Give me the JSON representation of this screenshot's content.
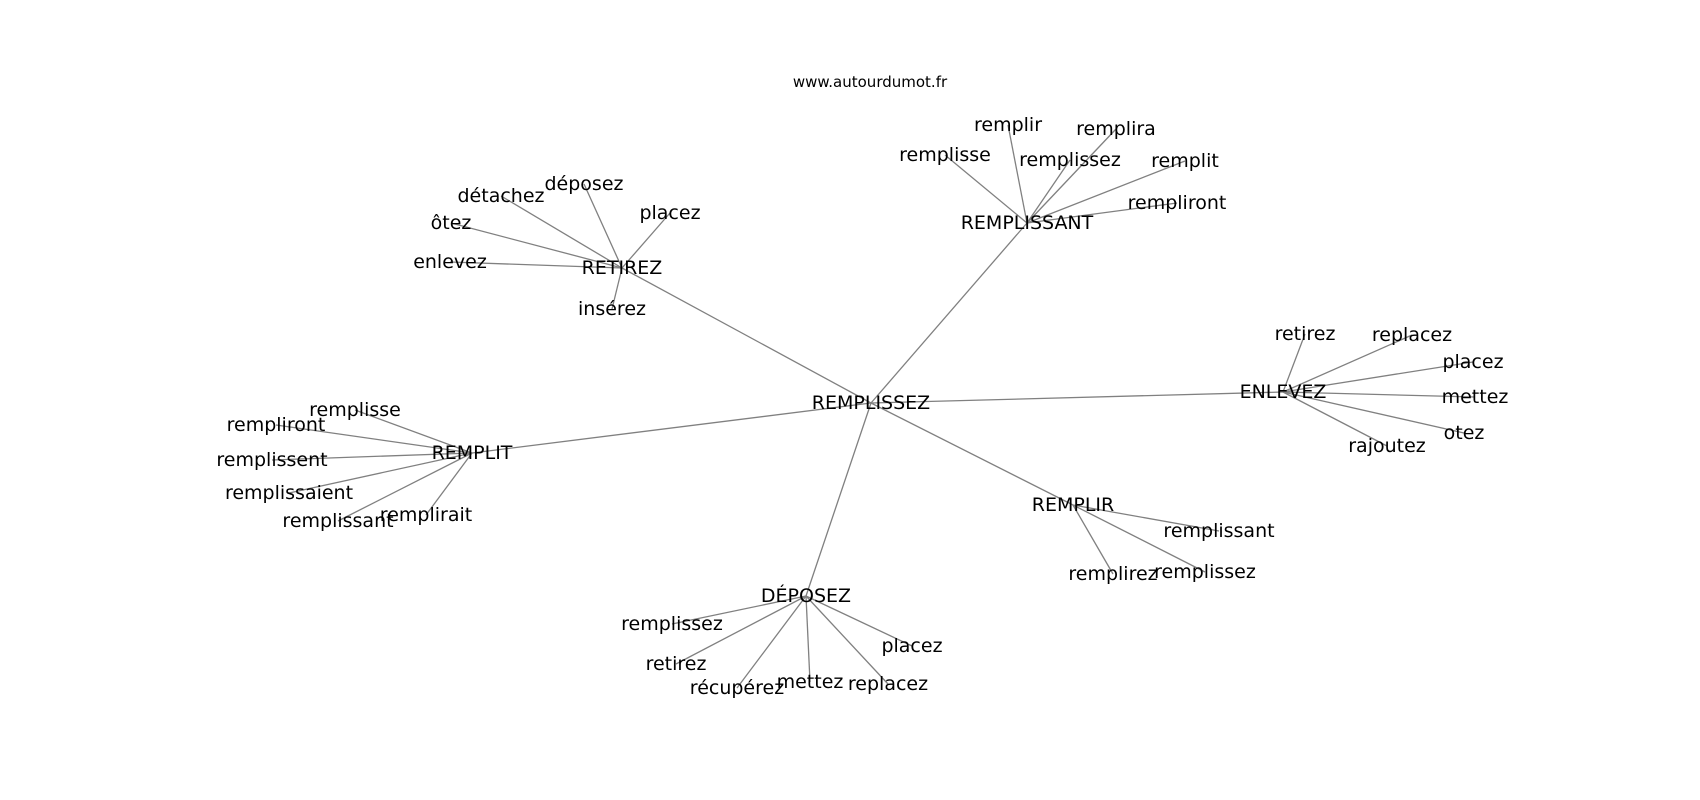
{
  "site": "www.autourdumot.fr",
  "colors": {
    "edge": "#808080",
    "text": "#000000",
    "background": "#ffffff"
  },
  "center": "REMPLISSEZ",
  "clusters": [
    {
      "hub": "REMPLISSANT",
      "words": [
        "remplir",
        "remplira",
        "remplisse",
        "remplissez",
        "remplit",
        "rempliront"
      ]
    },
    {
      "hub": "RETIREZ",
      "words": [
        "déposez",
        "détachez",
        "placez",
        "ôtez",
        "enlevez",
        "insérez"
      ]
    },
    {
      "hub": "ENLEVEZ",
      "words": [
        "retirez",
        "replacez",
        "placez",
        "mettez",
        "otez",
        "rajoutez"
      ]
    },
    {
      "hub": "REMPLIT",
      "words": [
        "remplisse",
        "rempliront",
        "remplissent",
        "remplissaient",
        "remplissant",
        "remplirait"
      ]
    },
    {
      "hub": "REMPLIR",
      "words": [
        "remplissant",
        "remplissez",
        "remplirez"
      ]
    },
    {
      "hub": "DÉPOSEZ",
      "words": [
        "remplissez",
        "retirez",
        "récupérez",
        "mettez",
        "replacez",
        "placez"
      ]
    }
  ]
}
